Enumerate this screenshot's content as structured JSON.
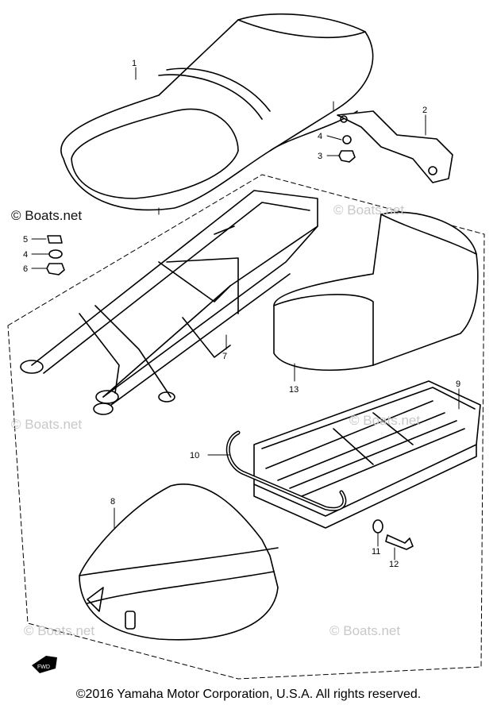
{
  "watermark": "© Boats.net",
  "copyright": "©2016 Yamaha Motor Corporation, U.S.A. All rights reserved.",
  "fwd_mark": "FWD",
  "callouts": {
    "c1": "1",
    "c2": "2",
    "c3": "3",
    "c4a": "4",
    "c4b": "4",
    "c5": "5",
    "c6": "6",
    "c7": "7",
    "c8": "8",
    "c9": "9",
    "c10": "10",
    "c11": "11",
    "c12": "12",
    "c13": "13"
  }
}
